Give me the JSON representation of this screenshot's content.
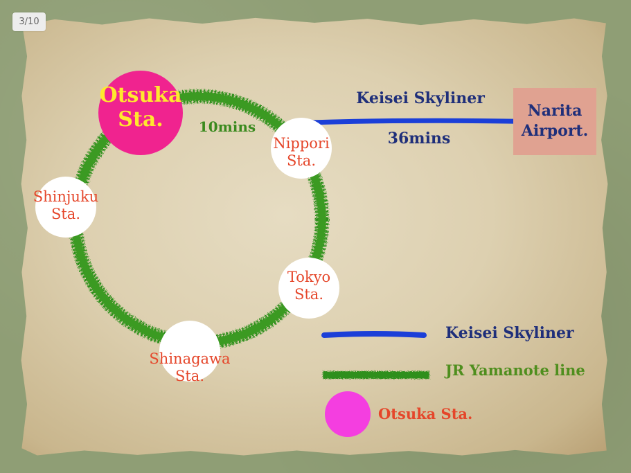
{
  "page_counter": "3/10",
  "colors": {
    "skyliner_blue": "#1b3fd8",
    "yamanote_green": "#2f8f1a",
    "otsuka_pink": "#f0238f",
    "legend_pink": "#f43ee0",
    "station_white": "#ffffff",
    "narita_box": "#e0a291"
  },
  "stations": {
    "otsuka": {
      "line1": "Otsuka",
      "line2": "Sta."
    },
    "nippori": {
      "line1": "Nippori",
      "line2": "Sta."
    },
    "shinjuku": {
      "line1": "Shinjuku",
      "line2": "Sta."
    },
    "tokyo": {
      "line1": "Tokyo",
      "line2": "Sta."
    },
    "shinagawa": {
      "line1": "Shinagawa",
      "line2": "Sta."
    },
    "narita": {
      "line1": "Narita",
      "line2": "Airport."
    }
  },
  "routes": {
    "yamanote_time": "10mins",
    "skyliner_name": "Keisei Skyliner",
    "skyliner_time": "36mins"
  },
  "legend": {
    "skyliner": "Keisei Skyliner",
    "yamanote": "JR Yamanote line",
    "otsuka": "Otsuka Sta."
  }
}
